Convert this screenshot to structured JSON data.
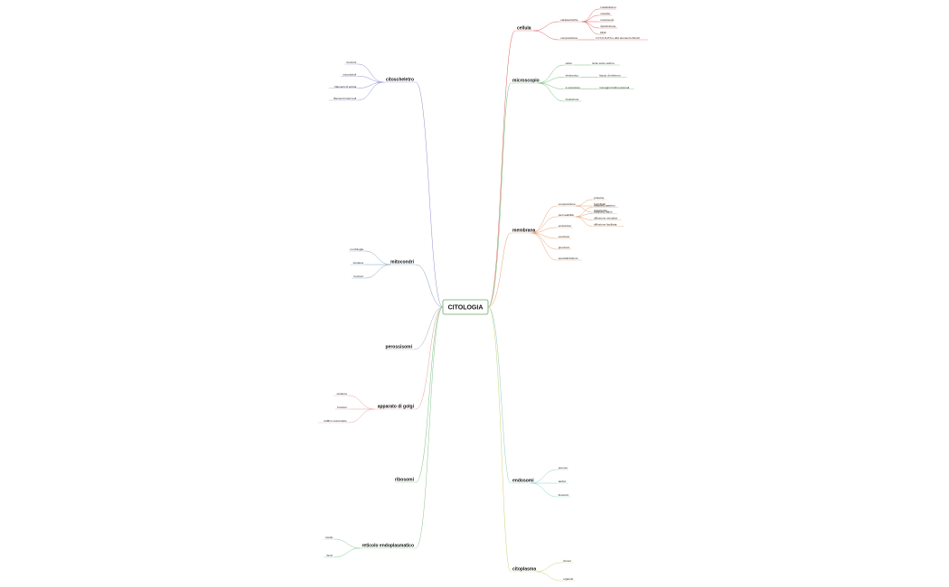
{
  "central": "CITOLOGIA",
  "branches": [
    {
      "id": "cellula",
      "label": "cellula",
      "color": "#e06060",
      "side": "right",
      "children": [
        {
          "label": "caratteristiche",
          "children": [
            {
              "label": "metabolismo"
            },
            {
              "label": "crescita"
            },
            {
              "label": "movimento"
            },
            {
              "label": "riproduzione"
            },
            {
              "label": "DNA"
            }
          ]
        },
        {
          "label": "composizione",
          "children": [
            {
              "label": "C,H,O,N,P,S e altri elementi chimici"
            }
          ]
        }
      ]
    },
    {
      "id": "microscopio",
      "label": "microscopio",
      "color": "#6fbf73",
      "side": "right",
      "children": [
        {
          "label": "ottico",
          "children": [
            {
              "label": "lente sotto vetrino"
            }
          ]
        },
        {
          "label": "elettronico",
          "children": [
            {
              "label": "fascio di elettroni"
            }
          ]
        },
        {
          "label": "a scansione",
          "children": [
            {
              "label": "immagini tridimensionali"
            }
          ]
        },
        {
          "label": "risoluzione"
        }
      ]
    },
    {
      "id": "membrana",
      "label": "membrana",
      "color": "#e8a070",
      "side": "right",
      "children": [
        {
          "label": "composizione",
          "children": [
            {
              "label": "proteine"
            },
            {
              "label": "fosfolipidi"
            },
            {
              "label": "colesterolo"
            }
          ]
        },
        {
          "label": "permeabilità",
          "children": [
            {
              "label": "trasporto passivo"
            },
            {
              "label": "trasporto attivo"
            },
            {
              "label": "diffusione semplice"
            },
            {
              "label": "diffusione facilitata"
            }
          ]
        },
        {
          "label": "endocitosi"
        },
        {
          "label": "esocitosi"
        },
        {
          "label": "giunzioni"
        },
        {
          "label": "specializzazioni"
        }
      ]
    },
    {
      "id": "endosomi",
      "label": "endosomi",
      "color": "#8ad0c8",
      "side": "right",
      "children": [
        {
          "label": "precoci"
        },
        {
          "label": "tardivi"
        },
        {
          "label": "lisosomi"
        }
      ]
    },
    {
      "id": "citoplasma",
      "label": "citoplasma",
      "color": "#d0d070",
      "side": "right",
      "children": [
        {
          "label": "citosol"
        },
        {
          "label": "organuli"
        }
      ]
    },
    {
      "id": "citoscheletro",
      "label": "citoscheletro",
      "color": "#9090d0",
      "side": "left",
      "children": [
        {
          "label": "funzioni"
        },
        {
          "label": "microtubuli"
        },
        {
          "label": "filamenti di actina"
        },
        {
          "label": "filamenti intermedi"
        }
      ]
    },
    {
      "id": "mitocondri",
      "label": "mitocondri",
      "color": "#80a0c0",
      "side": "left",
      "children": [
        {
          "label": "morfologia"
        },
        {
          "label": "struttura"
        },
        {
          "label": "funzioni"
        }
      ]
    },
    {
      "id": "perossisomi",
      "label": "perossisomi",
      "color": "#a0b0c0",
      "side": "left",
      "children": []
    },
    {
      "id": "golgi",
      "label": "apparato di golgi",
      "color": "#e8a0a0",
      "side": "left",
      "children": [
        {
          "label": "struttura"
        },
        {
          "label": "funzioni"
        },
        {
          "label": "traffico vescicolare"
        }
      ]
    },
    {
      "id": "ribosomi",
      "label": "ribosomi",
      "color": "#80c080",
      "side": "left",
      "children": []
    },
    {
      "id": "reticolo",
      "label": "reticolo endoplasmatico",
      "color": "#88c890",
      "side": "left",
      "children": [
        {
          "label": "ruvido"
        },
        {
          "label": "liscio"
        }
      ]
    }
  ]
}
